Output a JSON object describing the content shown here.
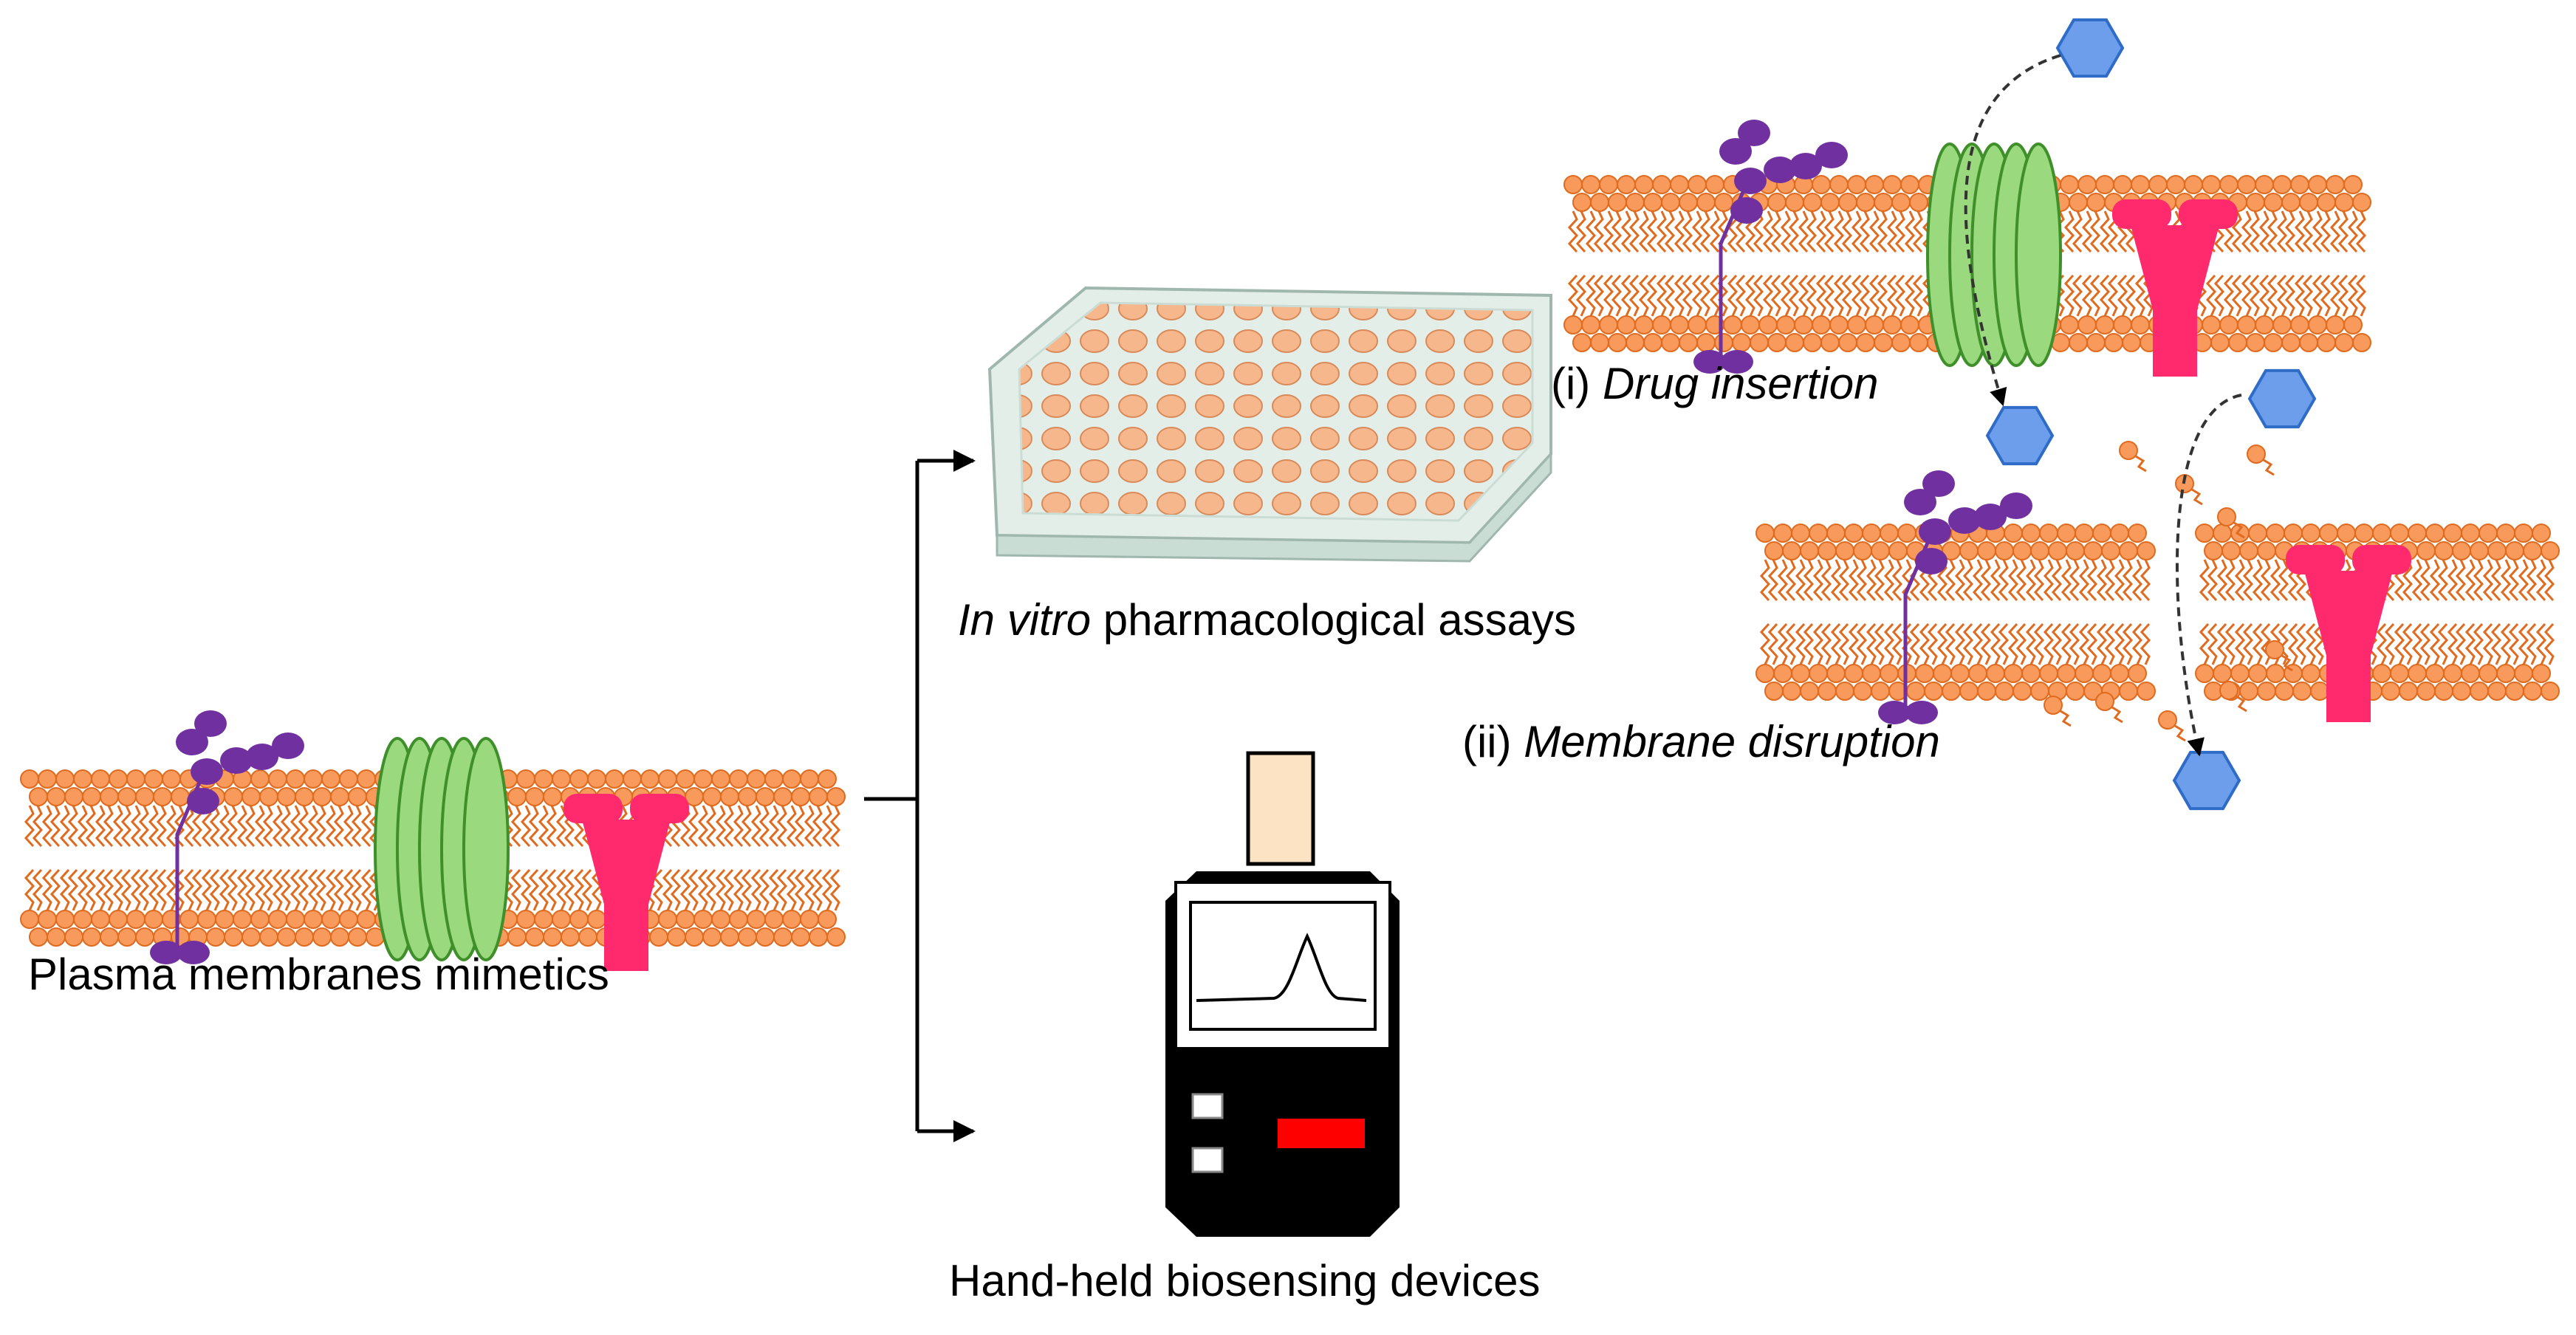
{
  "labels": {
    "membrane": "Plasma membranes mimetics",
    "assays_italic": "In vitro",
    "assays_rest": " pharmacological assays",
    "devices": "Hand-held biosensing devices",
    "insertion_prefix": "(i) ",
    "insertion_italic": "Drug insertion",
    "disruption_prefix": "(ii) ",
    "disruption_italic": "Membrane disruption"
  },
  "colors": {
    "lipid": "#f79a5c",
    "lipid_stroke": "#e06a1e",
    "tail": "#e06a1e",
    "glyco": "#7030a0",
    "channel": "#9bd97f",
    "channel_stroke": "#3f8f2b",
    "receptor": "#ff2a6d",
    "drug": "#6d9eeb",
    "drug_stroke": "#2f6cc8",
    "plate_wells": "#f6b78c",
    "device": "#000000",
    "device_cap": "#fbe3c3",
    "device_red": "#ff0000"
  }
}
